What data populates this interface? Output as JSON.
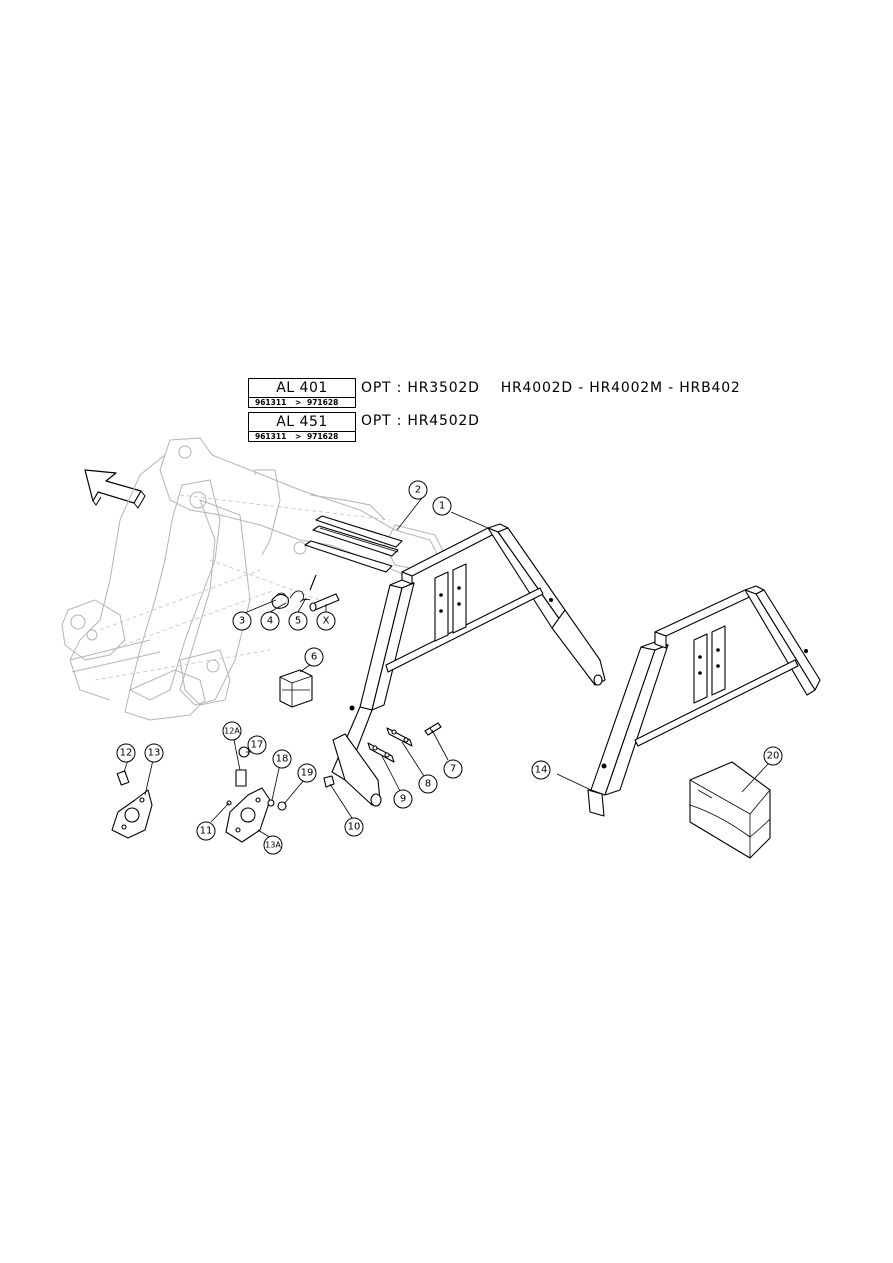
{
  "variants": [
    {
      "model": "AL 401",
      "serial_from": "961311",
      "serial_sep": ">",
      "serial_to": "971628",
      "option_text": "OPT : HR3502D    HR4002D - HR4002M - HRB402"
    },
    {
      "model": "AL 451",
      "serial_from": "961311",
      "serial_sep": ">",
      "serial_to": "971628",
      "option_text": "OPT : HR4502D"
    }
  ],
  "callouts": {
    "c1": "1",
    "c2": "2",
    "c3": "3",
    "c4": "4",
    "c5": "5",
    "cx": "X",
    "c6": "6",
    "c7": "7",
    "c8": "8",
    "c9": "9",
    "c10": "10",
    "c11": "11",
    "c12": "12",
    "c12a": "12A",
    "c13": "13",
    "c13a": "13A",
    "c14": "14",
    "c17": "17",
    "c18": "18",
    "c19": "19",
    "c20": "20"
  },
  "icons": {
    "direction": "forward-arrow-icon"
  }
}
